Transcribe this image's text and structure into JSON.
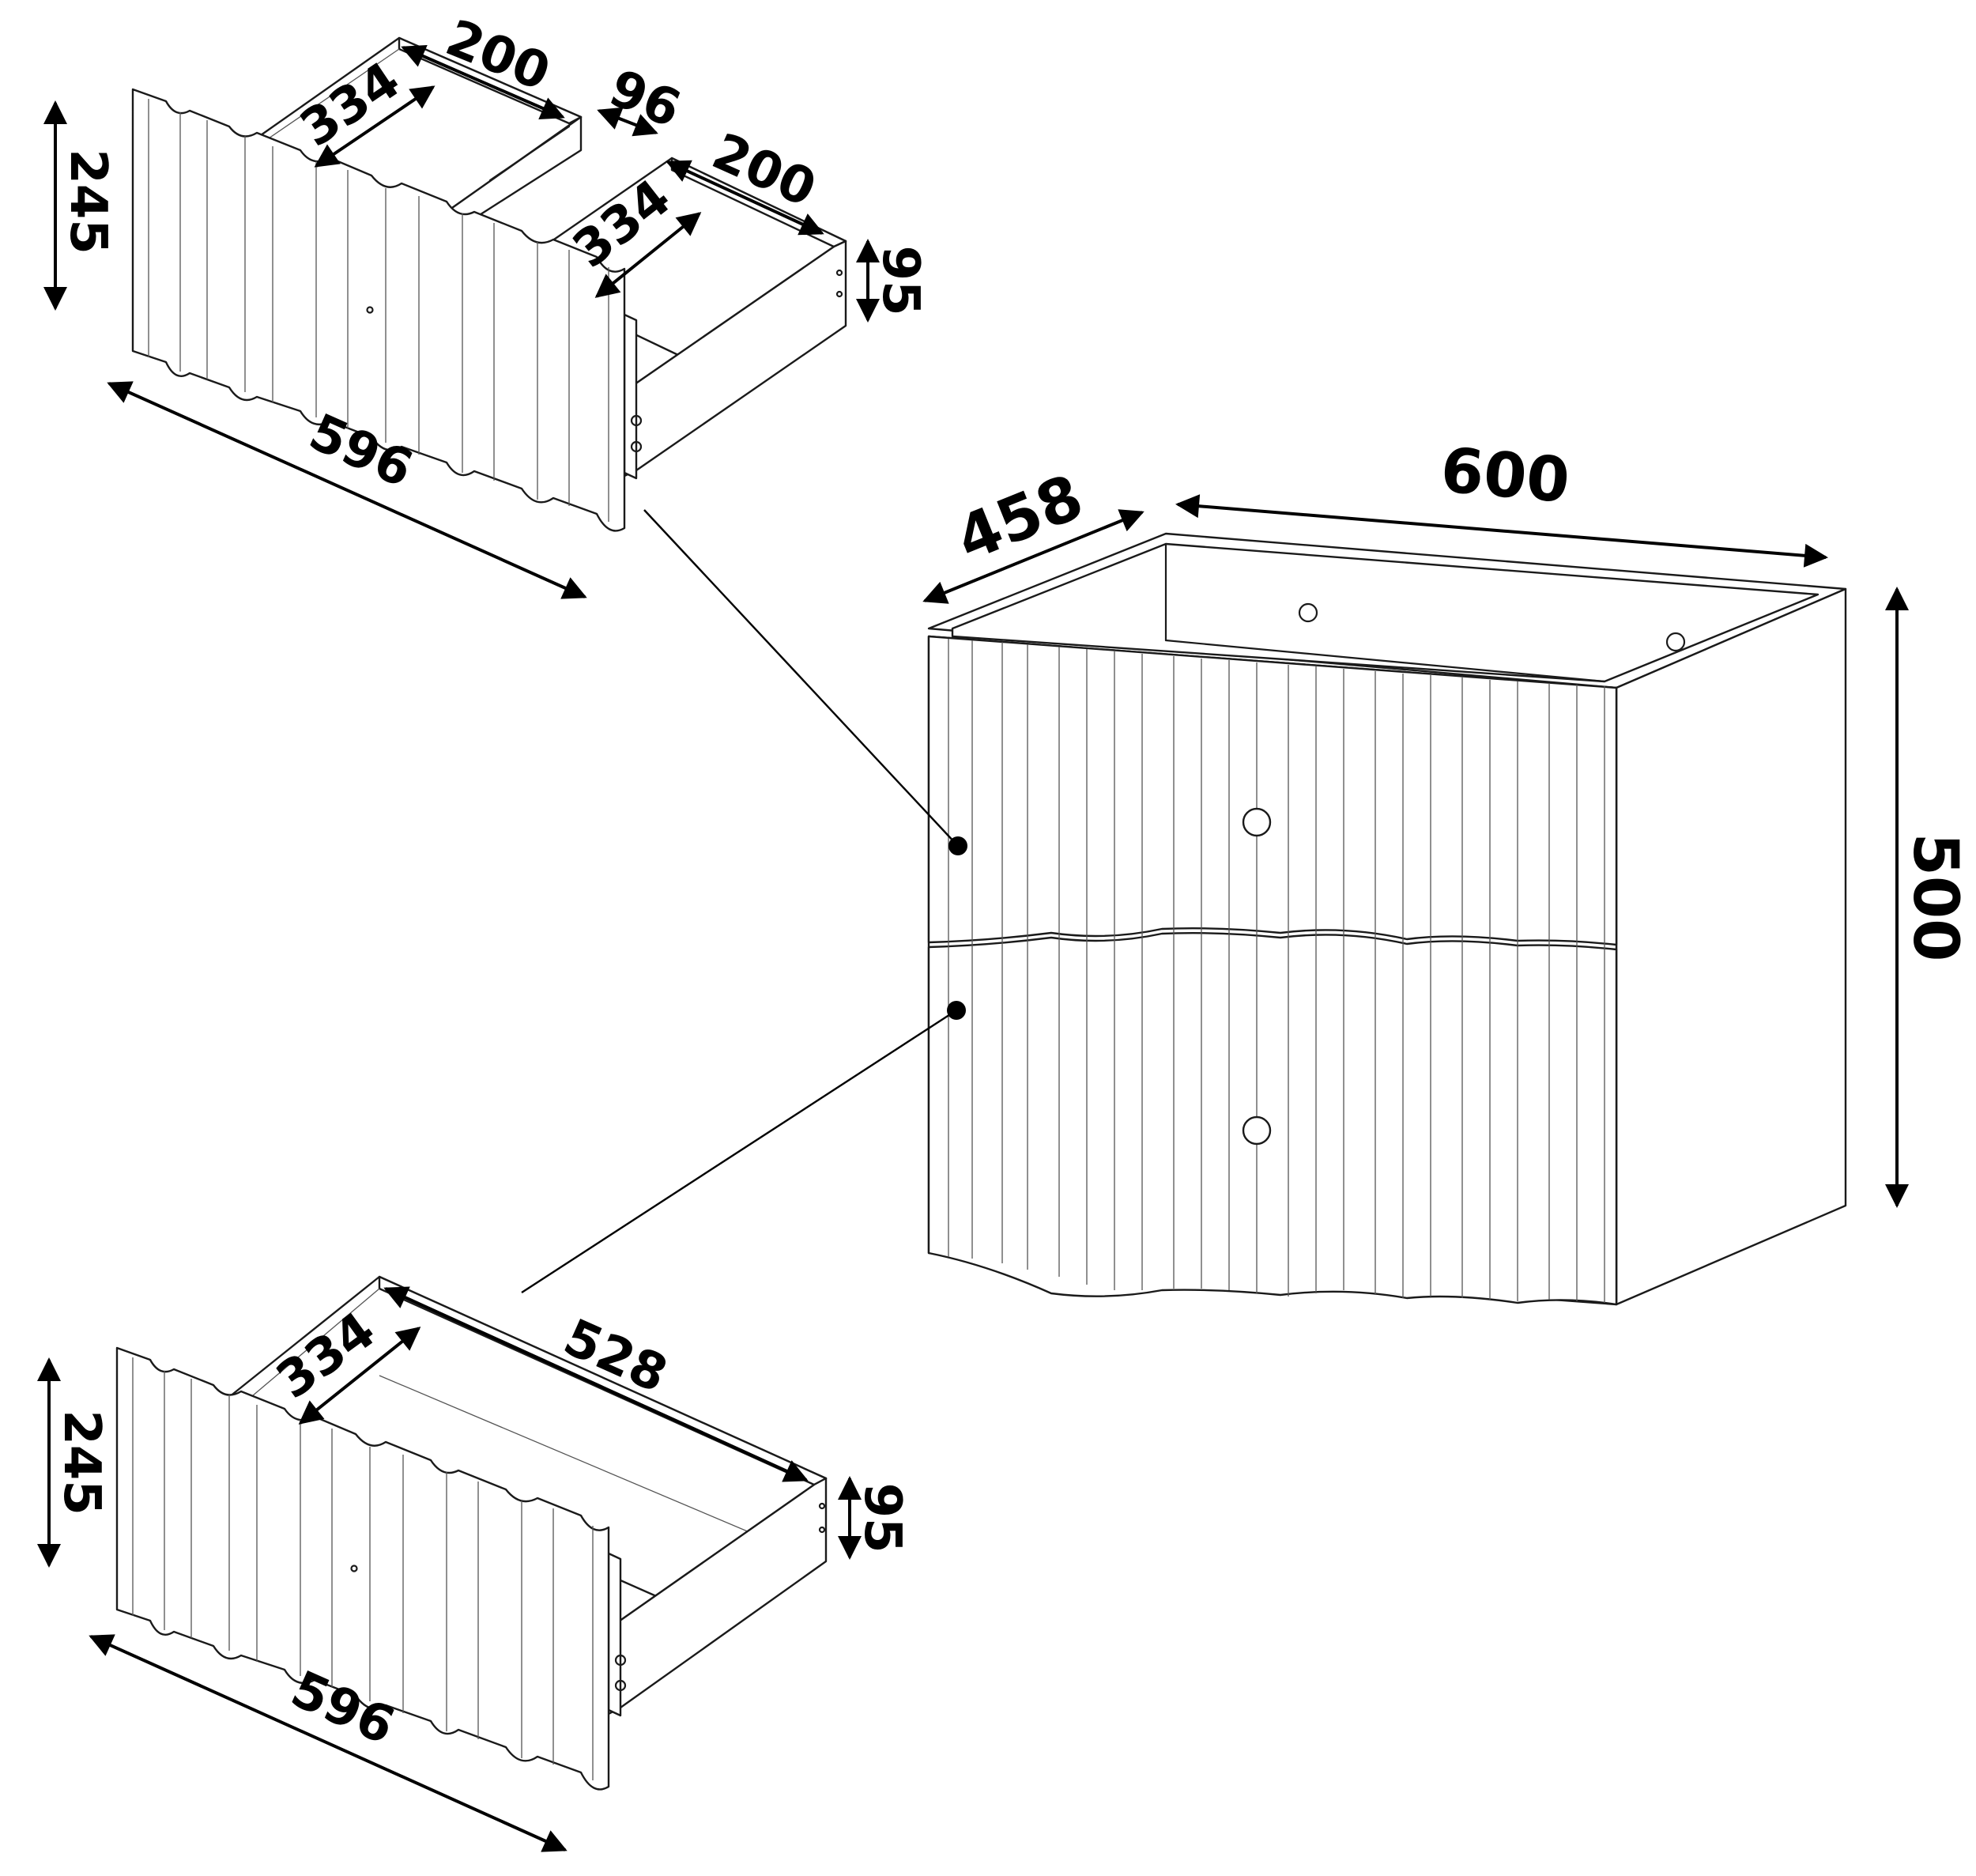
{
  "drawing": {
    "colors": {
      "line": "#1a1a1a",
      "background": "#ffffff",
      "dimension": "#000000"
    },
    "top_drawer": {
      "front_width": "596",
      "height": "245",
      "compartment_1_depth": "200",
      "compartment_1_width": "334",
      "compartment_gap": "96",
      "compartment_2_depth": "200",
      "compartment_2_width": "334",
      "box_height": "95"
    },
    "cabinet": {
      "width": "600",
      "depth": "458",
      "height": "500"
    },
    "bottom_drawer": {
      "inner_width": "334",
      "depth": "528",
      "height": "245",
      "box_height": "95",
      "front_width": "596"
    }
  }
}
